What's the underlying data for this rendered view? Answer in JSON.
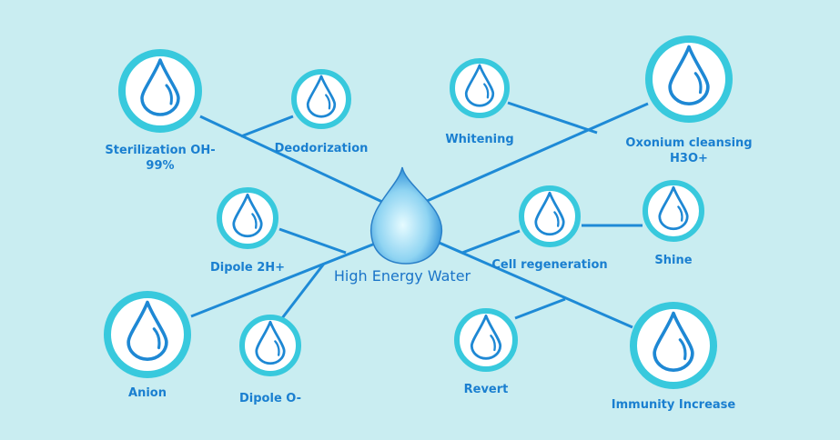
{
  "title": "High Energy Water",
  "colors": {
    "background": "#c9edf1",
    "ring": "#38c9dd",
    "line": "#1e8ad6",
    "text": "#1a7fd0"
  },
  "nodes": [
    {
      "id": "sterilization",
      "lines": [
        "Sterilization OH-",
        "99%"
      ],
      "icon": "water-drop-icon"
    },
    {
      "id": "deodorization",
      "lines": [
        "Deodorization"
      ],
      "icon": "water-drop-icon"
    },
    {
      "id": "whitening",
      "lines": [
        "Whitening"
      ],
      "icon": "water-drop-icon"
    },
    {
      "id": "oxonium",
      "lines": [
        "Oxonium cleansing",
        "H3O+"
      ],
      "icon": "water-drop-icon"
    },
    {
      "id": "dipole-2h",
      "lines": [
        "Dipole 2H+"
      ],
      "icon": "water-drop-icon"
    },
    {
      "id": "cell-regeneration",
      "lines": [
        "Cell regeneration"
      ],
      "icon": "water-drop-icon"
    },
    {
      "id": "shine",
      "lines": [
        "Shine"
      ],
      "icon": "water-drop-icon"
    },
    {
      "id": "anion",
      "lines": [
        "Anion"
      ],
      "icon": "water-drop-icon"
    },
    {
      "id": "dipole-o",
      "lines": [
        "Dipole O-"
      ],
      "icon": "water-drop-icon"
    },
    {
      "id": "revert",
      "lines": [
        "Revert"
      ],
      "icon": "water-drop-icon"
    },
    {
      "id": "immunity",
      "lines": [
        "Immunity Increase"
      ],
      "icon": "water-drop-icon"
    }
  ]
}
